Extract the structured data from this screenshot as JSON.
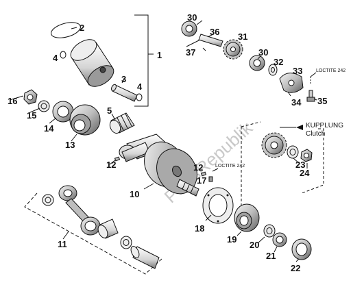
{
  "watermark": "PartsRepublik",
  "annotations": {
    "loctite_top": "LOCTITE 242",
    "loctite_mid": "LOCTITE 242",
    "kupplung": "KUPPLUNG",
    "clutch": "Clutch"
  },
  "part_numbers": {
    "p1": "1",
    "p2": "2",
    "p3": "3",
    "p4a": "4",
    "p4b": "4",
    "p5": "5",
    "p11": "11",
    "p12a": "12",
    "p12b": "12",
    "p13": "13",
    "p14": "14",
    "p15": "15",
    "p16": "16",
    "p17": "17",
    "p18": "18",
    "p19": "19",
    "p20": "20",
    "p21": "21",
    "p22": "22",
    "p23": "23",
    "p24": "24",
    "p30a": "30",
    "p30b": "30",
    "p31": "31",
    "p32": "32",
    "p33": "33",
    "p34": "34",
    "p35": "35",
    "p36": "36",
    "p37": "37",
    "p10": "10"
  },
  "colors": {
    "line": "#111111",
    "metal_light": "#e6e6e6",
    "metal_mid": "#bdbdbd",
    "metal_dark": "#6e6e6e",
    "watermark": "#c9c9c9"
  }
}
